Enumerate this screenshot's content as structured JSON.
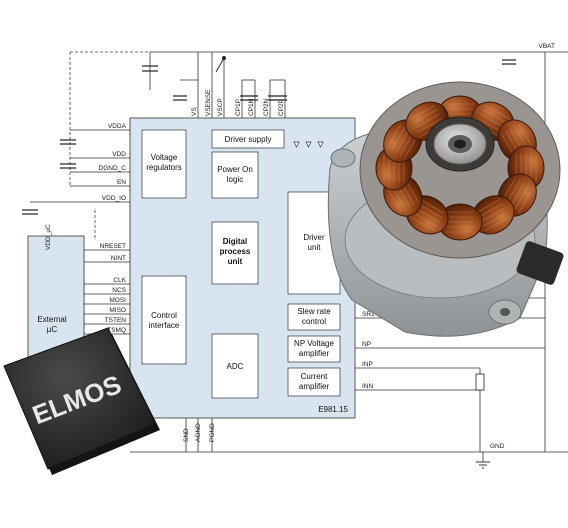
{
  "colors": {
    "chip_fill": "#d8e5f0",
    "block_fill": "#ffffff",
    "wire": "#333333",
    "dashed_wire": "#444444",
    "copper": "#8a3d14",
    "package": "#2b2b2b"
  },
  "supply": {
    "vbat": "VBAT",
    "gnd": "GND"
  },
  "top_pins": [
    "VS",
    "VSENSE",
    "VSCP",
    "CP1P",
    "CP1N",
    "CP2N",
    "CP2P"
  ],
  "left_pins": [
    "VDDA",
    "VDD",
    "DGND_C",
    "EN",
    "VDD_IO",
    "NRESET",
    "NINT",
    "CLK",
    "NCS",
    "MOSI",
    "MISO",
    "TSTEN",
    "TSMQ"
  ],
  "bottom_pins": [
    "SND",
    "AGND",
    "PGND"
  ],
  "right_pins": [
    "SR",
    "SR1",
    "NP",
    "INP",
    "INN"
  ],
  "external_uc": {
    "label": "External\nµC",
    "pin": "VDD_µC"
  },
  "blocks": {
    "driver_supply": "Driver supply",
    "voltage_regulators": "Voltage\nregulators",
    "power_on_logic": "Power On\nlogic",
    "digital_process_unit": "Digital\nprocess\nunit",
    "driver_unit": "Driver\nunit",
    "control_interface": "Control\ninterface",
    "slew_rate_control": "Slew rate\ncontrol",
    "np_voltage_amplifier": "NP Voltage\namplifier",
    "adc": "ADC",
    "current_amplifier": "Current\namplifier"
  },
  "chip_name": "E981.15",
  "package_logo": "ELMOS"
}
